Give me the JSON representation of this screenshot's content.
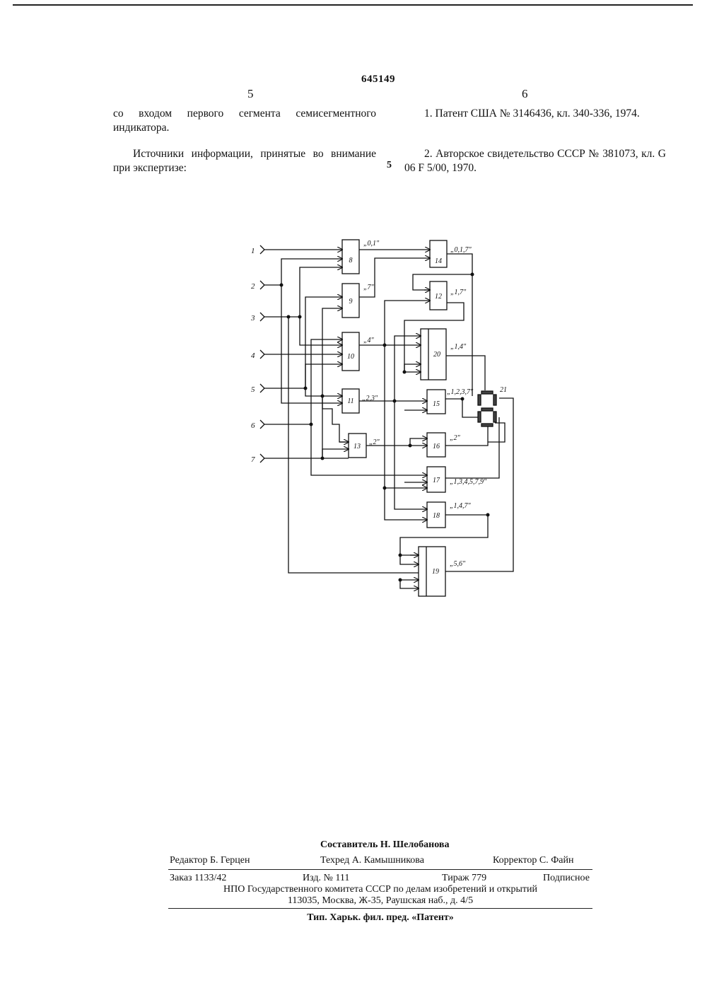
{
  "header": {
    "patent_number": "645149",
    "col_left_number": "5",
    "col_right_number": "6"
  },
  "left_col": {
    "para1": "со входом первого сегмента семисегментного индикатора.",
    "para2": "Источники информации, принятые во внимание при экспертизе:"
  },
  "line_number": "5",
  "right_col": {
    "ref1": "1. Патент США № 3146436, кл. 340-336, 1974.",
    "ref2": "2. Авторское свидетельство СССР № 381073, кл. G 06 F 5/00, 1970."
  },
  "diagram": {
    "inputs": [
      "1",
      "2",
      "3",
      "4",
      "5",
      "6",
      "7"
    ],
    "blocks": [
      "8",
      "9",
      "10",
      "11",
      "12",
      "13",
      "14",
      "15",
      "16",
      "17",
      "18",
      "19",
      "20"
    ],
    "indicator": "21",
    "labels": {
      "b8": "„0,1\"",
      "b9": "„7\"",
      "b10": "„4\"",
      "b11": "„2,3\"",
      "b13": "„2\"",
      "b14": "„0,1,7\"",
      "b12": "„1,7\"",
      "b20": "„1,4\"",
      "b15": "„1,2,3,7\"",
      "b16": "„2\"",
      "b17": "„1,3,4,5,7,9\"",
      "b18": "„1,4,7\"",
      "b19": "„5,6\""
    }
  },
  "footer": {
    "compiler": "Составитель Н. Шелобанова",
    "editor": "Редактор Б. Герцен",
    "techred": "Техред А. Камышникова",
    "corrector": "Корректор С. Файн",
    "order": "Заказ 1133/42",
    "izd": "Изд. № 111",
    "tirazh": "Тираж 779",
    "podpisnoe": "Подписное",
    "npo": "НПО Государственного комитета СССР по делам изобретений и открытий",
    "address": "113035, Москва, Ж-35, Раушская наб., д. 4/5",
    "printer": "Тип. Харьк. фил. пред. «Патент»"
  }
}
